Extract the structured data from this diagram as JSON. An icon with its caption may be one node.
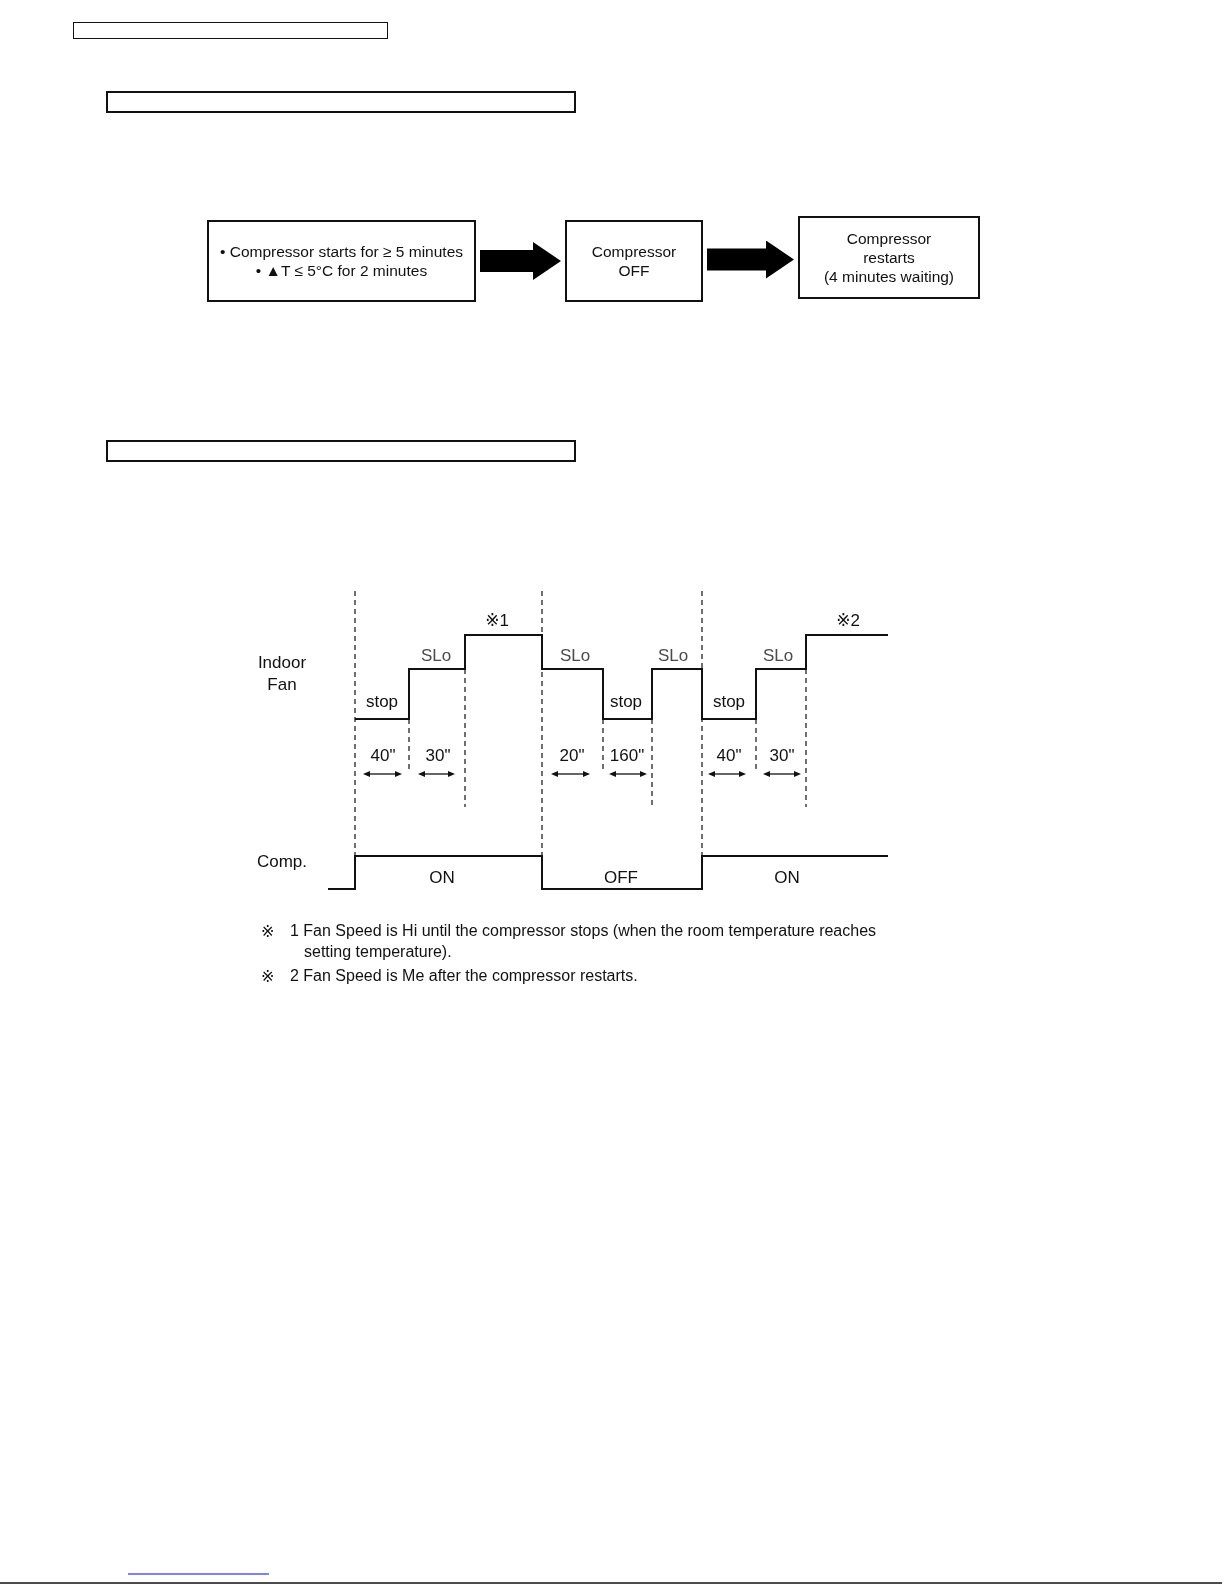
{
  "diagram": {
    "nodes": [
      {
        "text": [],
        "shape": "box"
      },
      {
        "text": [],
        "shape": "box"
      },
      {
        "text": [
          "• Compressor starts for ≥ 5 minutes",
          "• ▲T ≤ 5°C for 2 minutes"
        ]
      },
      {
        "text": [
          "Compressor OFF"
        ]
      },
      {
        "text": [
          "Compressor restarts",
          "(4 minutes waiting)"
        ]
      },
      {
        "text": [],
        "shape": "box"
      }
    ],
    "edges": [
      {
        "from": 2,
        "to": 3,
        "arrow": "to"
      },
      {
        "from": 3,
        "to": 4,
        "arrow": "to"
      }
    ],
    "labels": [
      "※1",
      "※2",
      "Indoor Fan",
      "SLo",
      "SLo",
      "SLo",
      "SLo",
      "stop",
      "stop",
      "stop",
      "40\"",
      "30\"",
      "20\"",
      "160\"",
      "40\"",
      "30\"",
      "Comp.",
      "ON",
      "OFF",
      "ON",
      "※",
      "1 Fan Speed is Hi until the compressor stops (when the room temperature reaches setting temperature).",
      "※",
      "2 Fan Speed is Me after the compressor restarts."
    ]
  }
}
